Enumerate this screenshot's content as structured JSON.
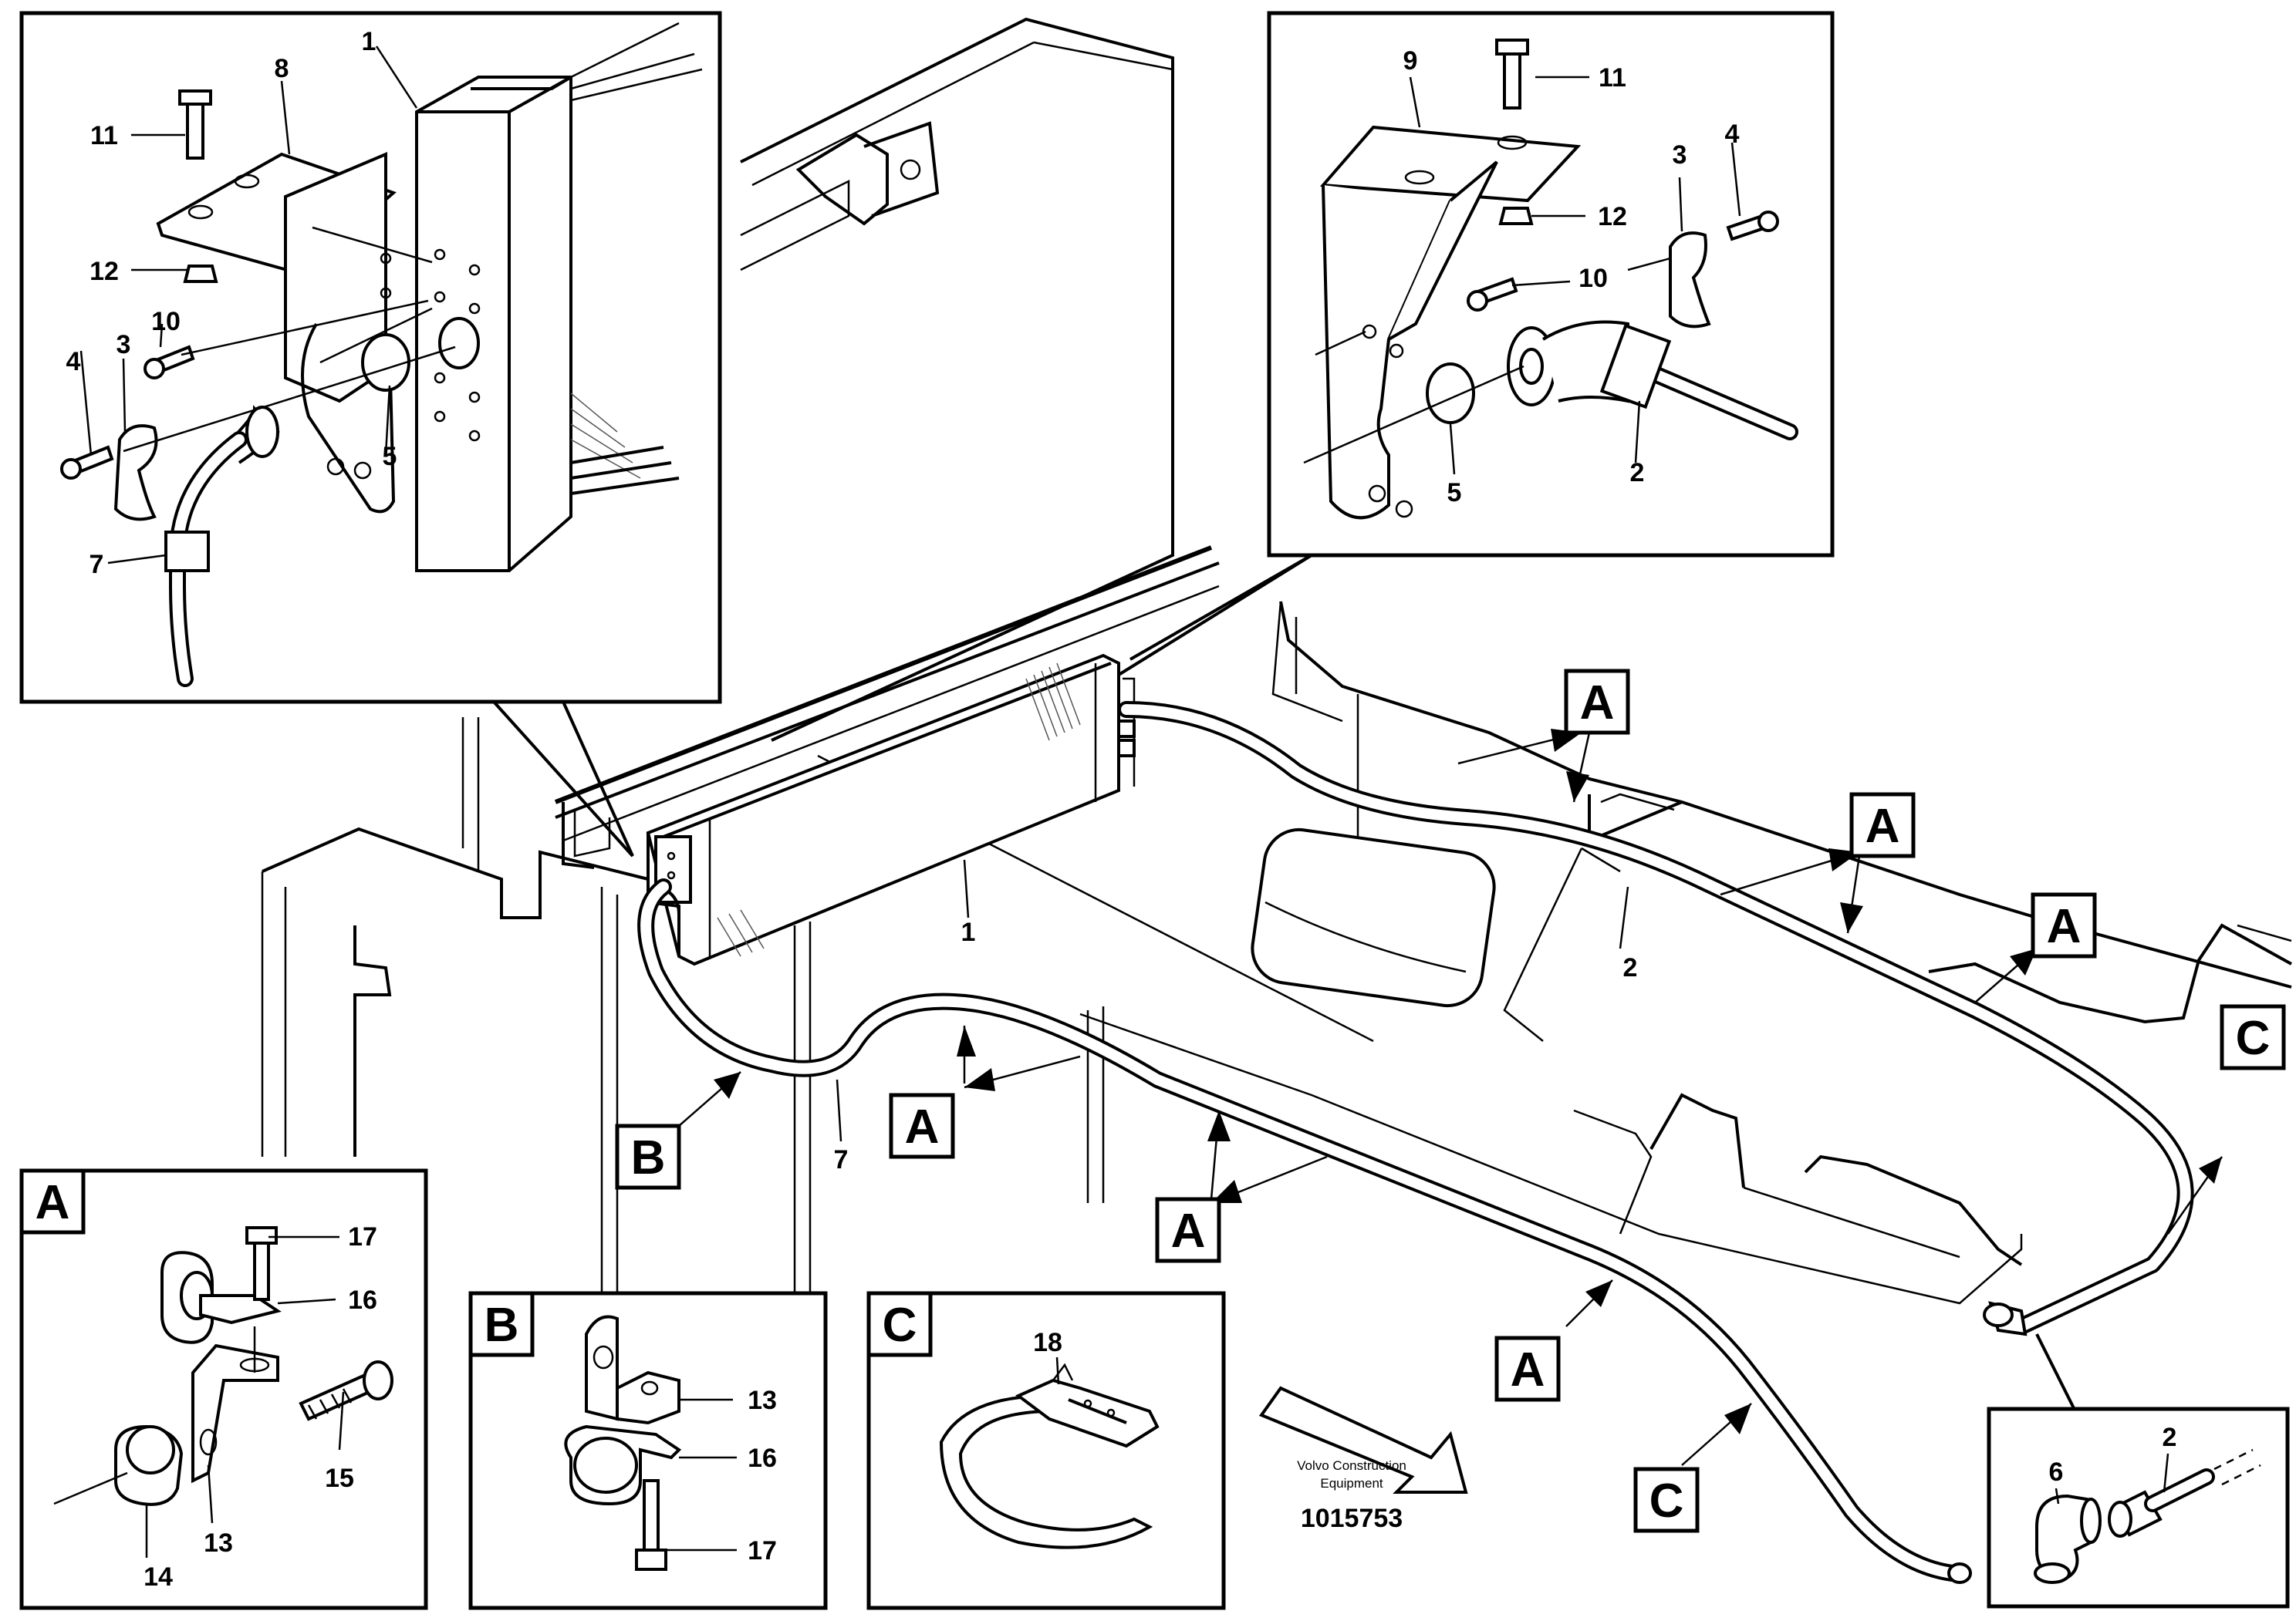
{
  "callouts": {
    "d1_1": "1",
    "d1_8": "8",
    "d1_11": "11",
    "d1_12": "12",
    "d1_10": "10",
    "d1_3": "3",
    "d1_4": "4",
    "d1_5": "5",
    "d1_7": "7",
    "d2_9": "9",
    "d2_11": "11",
    "d2_12": "12",
    "d2_10": "10",
    "d2_3": "3",
    "d2_4": "4",
    "d2_5": "5",
    "d2_2": "2",
    "m_1": "1",
    "m_2": "2",
    "m_7": "7",
    "a_17": "17",
    "a_16": "16",
    "a_15": "15",
    "a_13": "13",
    "a_14": "14",
    "b_13": "13",
    "b_16": "16",
    "b_17": "17",
    "c_18": "18",
    "e_6": "6",
    "e_2": "2"
  },
  "references": {
    "a": "A",
    "b": "B",
    "c": "C"
  },
  "caption": {
    "line1": "Volvo Construction",
    "line2": "Equipment",
    "docnum": "1015753"
  }
}
